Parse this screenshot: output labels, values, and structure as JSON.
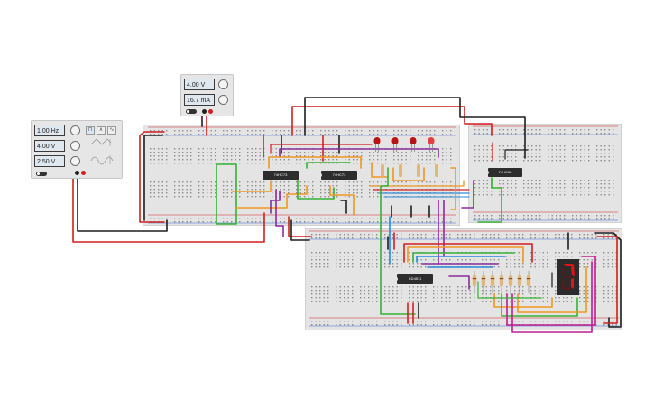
{
  "function_generator": {
    "frequency": "1.00 Hz",
    "amplitude": "4.00 V",
    "offset": "2.50 V",
    "waveforms": [
      "square-wave-icon",
      "triangle-wave-icon",
      "sine-wave-icon"
    ]
  },
  "power_supply": {
    "voltage": "4.00 V",
    "current": "16.7 mA"
  },
  "chips": {
    "left_counter": "74HC73",
    "right_counter": "74HC73",
    "logic_gate": "74HC08",
    "decoder": "CD4511"
  },
  "colors": {
    "breadboard": "#e4e4e4",
    "wire_red": "#d02020",
    "wire_black": "#1e1e1e",
    "wire_green": "#34b334",
    "wire_orange": "#f0961e",
    "wire_purple": "#8a2c9c",
    "wire_blue": "#2a8ad8",
    "wire_magenta": "#c21d8f",
    "led_red": "#b41414",
    "display_segment": "#e01414"
  },
  "leds": {
    "count": 4
  },
  "resistors": {
    "count": 7
  },
  "seven_segment": {
    "digit_shown": "7"
  }
}
